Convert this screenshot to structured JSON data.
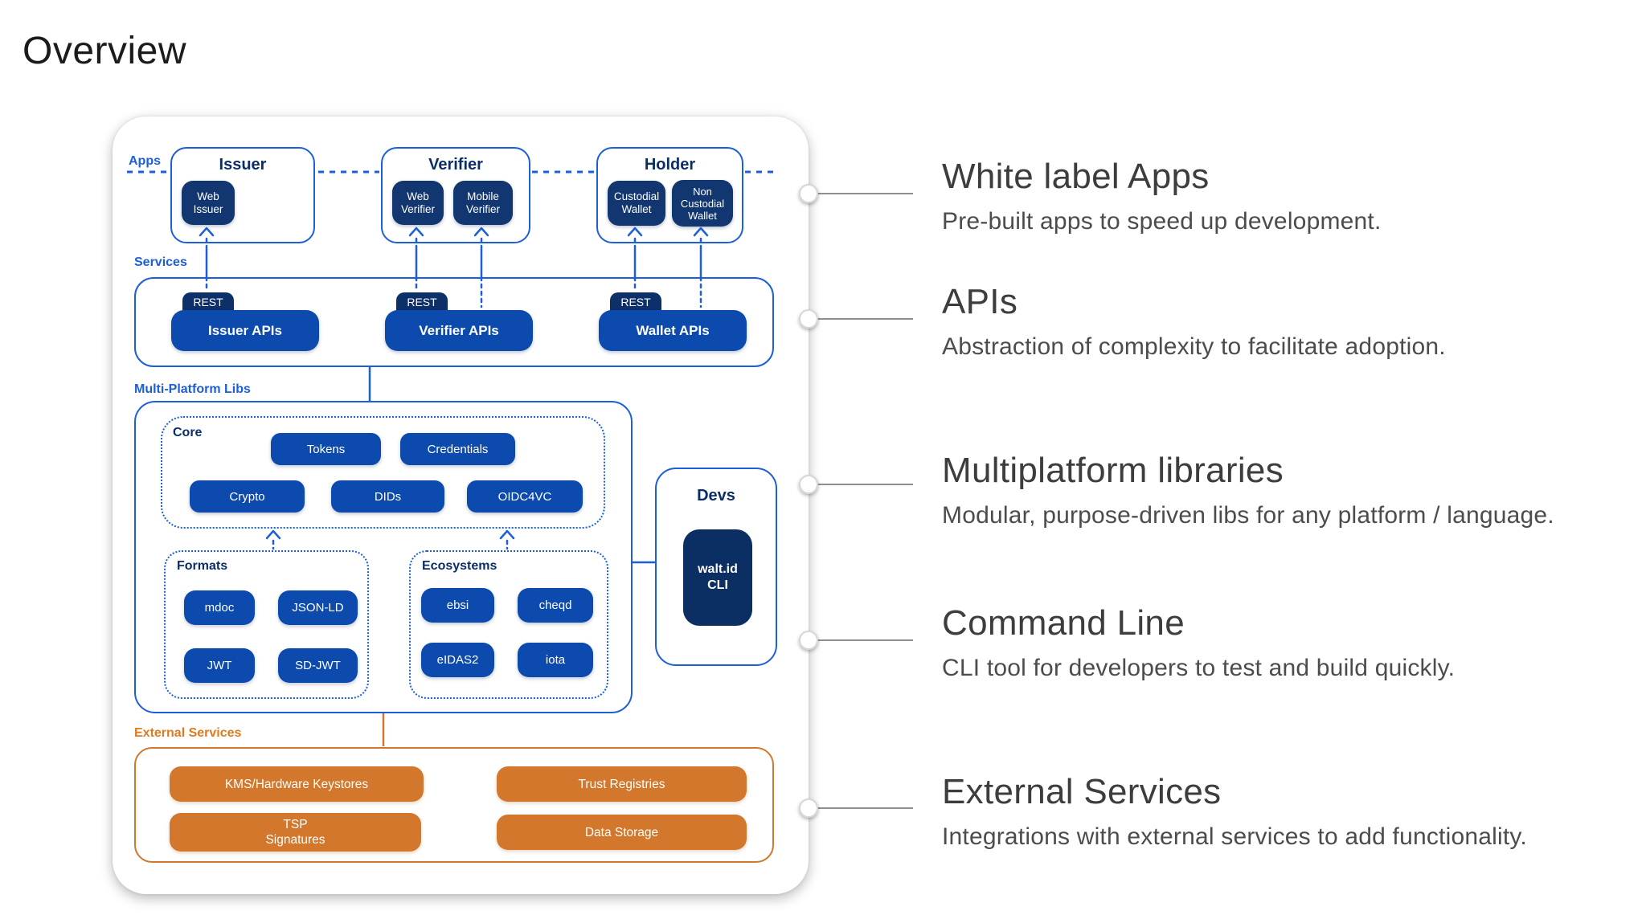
{
  "page": {
    "title": "Overview"
  },
  "colors": {
    "accent-blue": "#1C5FD8",
    "deep-navy": "#0C2E67",
    "chip-navy": "#12366F",
    "tag-navy": "#0E3069",
    "pill-blue": "#0C4BAD",
    "cli-navy": "#0B2E63",
    "orange": "#D2772B",
    "orange-label": "#DE7A1F",
    "heading-gray": "#3D3D3D",
    "desc-gray": "#4C4C4C",
    "rail-gray": "#8F8F8F"
  },
  "diagram": {
    "sections": {
      "apps_label": "Apps",
      "services_label": "Services",
      "libs_label": "Multi-Platform Libs",
      "external_label": "External Services"
    },
    "apps": [
      {
        "title": "Issuer",
        "chips": [
          "Web Issuer"
        ]
      },
      {
        "title": "Verifier",
        "chips": [
          "Web Verifier",
          "Mobile Verifier"
        ]
      },
      {
        "title": "Holder",
        "chips": [
          "Custodial Wallet",
          "Non Custodial Wallet"
        ]
      }
    ],
    "services": [
      {
        "tag": "REST",
        "label": "Issuer APIs"
      },
      {
        "tag": "REST",
        "label": "Verifier APIs"
      },
      {
        "tag": "REST",
        "label": "Wallet APIs"
      }
    ],
    "core": {
      "label": "Core",
      "pills": [
        "Tokens",
        "Credentials",
        "Crypto",
        "DIDs",
        "OIDC4VC"
      ]
    },
    "formats": {
      "label": "Formats",
      "pills": [
        "mdoc",
        "JSON-LD",
        "JWT",
        "SD-JWT"
      ]
    },
    "ecosystems": {
      "label": "Ecosystems",
      "pills": [
        "ebsi",
        "cheqd",
        "eIDAS2",
        "iota"
      ]
    },
    "devs": {
      "title": "Devs",
      "chip": "walt.id CLI"
    },
    "external": {
      "pills": [
        "KMS/Hardware Keystores",
        "Trust Registries",
        "TSP\nSignatures",
        "Data Storage"
      ]
    }
  },
  "annotations": [
    {
      "heading": "White label Apps",
      "description": "Pre-built apps to speed up development."
    },
    {
      "heading": "APIs",
      "description": "Abstraction of complexity to facilitate adoption."
    },
    {
      "heading": "Multiplatform libraries",
      "description": "Modular, purpose-driven libs for any platform / language."
    },
    {
      "heading": "Command Line",
      "description": "CLI tool for developers to test and build quickly."
    },
    {
      "heading": "External Services",
      "description": "Integrations with external services to add functionality."
    }
  ]
}
